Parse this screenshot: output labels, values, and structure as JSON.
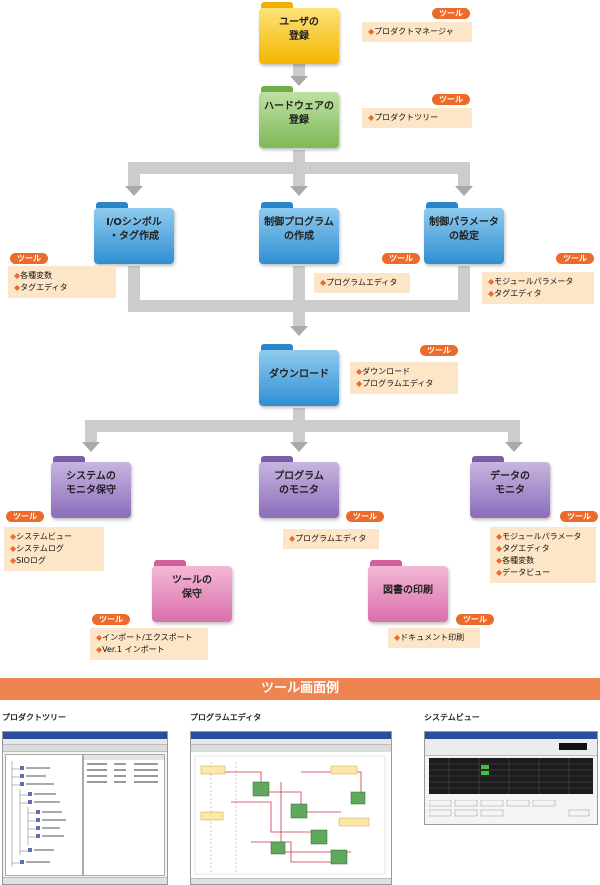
{
  "tool_badge": "ツール",
  "colors": {
    "yellow": "#f7c21a",
    "green": "#8fc26a",
    "blue": "#3d9cd8",
    "purple": "#9a7cc0",
    "pink": "#e27fb3",
    "accent": "#ec6b2b",
    "note": "#fde6c8"
  },
  "nodes": {
    "user_reg": {
      "label": "ユーザの\n登録",
      "tools": [
        "プロダクトマネージャ"
      ]
    },
    "hw_reg": {
      "label": "ハードウェアの\n登録",
      "tools": [
        "プロダクトツリー"
      ]
    },
    "io_symbol": {
      "label": "I/Oシンボル\n・タグ作成",
      "tools": [
        "各種変数",
        "タグエディタ"
      ]
    },
    "control_prog": {
      "label": "制御プログラム\nの作成",
      "tools": [
        "プログラムエディタ"
      ]
    },
    "control_param": {
      "label": "制御パラメータ\nの設定",
      "tools": [
        "モジュールパラメータ",
        "タグエディタ"
      ]
    },
    "download": {
      "label": "ダウンロード",
      "tools": [
        "ダウンロード",
        "プログラムエディタ"
      ]
    },
    "sys_monitor": {
      "label": "システムの\nモニタ保守",
      "tools": [
        "システムビュー",
        "システムログ",
        "SIOログ"
      ]
    },
    "prog_monitor": {
      "label": "プログラム\nのモニタ",
      "tools": [
        "プログラムエディタ"
      ]
    },
    "data_monitor": {
      "label": "データの\nモニタ",
      "tools": [
        "モジュールパラメータ",
        "タグエディタ",
        "各種変数",
        "データビュー"
      ]
    },
    "tool_maint": {
      "label": "ツールの\n保守",
      "tools": [
        "インポート/エクスポート",
        "Ver.1 インポート"
      ]
    },
    "doc_print": {
      "label": "図書の印刷",
      "tools": [
        "ドキュメント印刷"
      ]
    }
  },
  "section_title": "ツール画面例",
  "screens": [
    {
      "title": "プロダクトツリー"
    },
    {
      "title": "プログラムエディタ"
    },
    {
      "title": "システムビュー"
    }
  ]
}
